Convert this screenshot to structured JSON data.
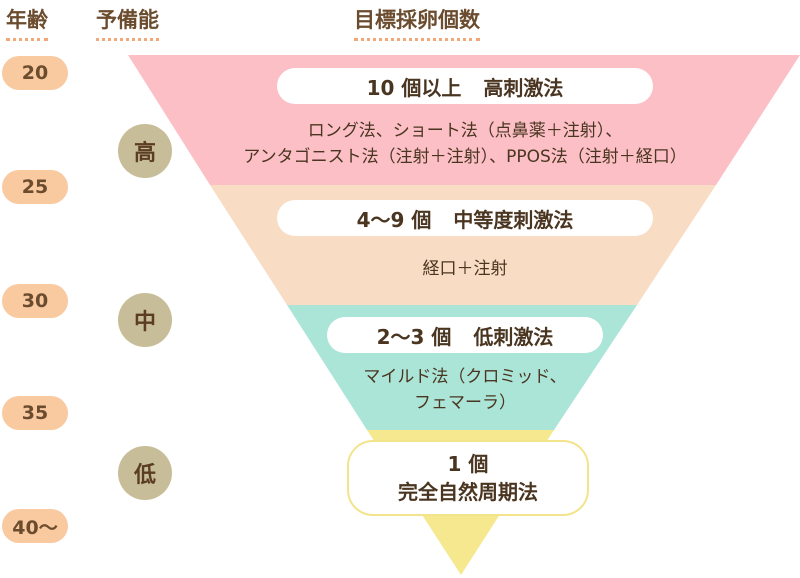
{
  "headers": {
    "age": "年齢",
    "reserve": "予備能",
    "target": "目標採卵個数"
  },
  "ages": [
    "20",
    "25",
    "30",
    "35",
    "40～"
  ],
  "reserve_levels": [
    "高",
    "中",
    "低"
  ],
  "tiers": [
    {
      "count": "10 個以上",
      "method": "高刺激法",
      "color": "#fbbfc5",
      "desc_lines": [
        "ロング法、ショート法（点鼻薬＋注射）、",
        "アンタゴニスト法（注射＋注射）、PPOS法（注射＋経口）"
      ]
    },
    {
      "count": "4～9 個",
      "method": "中等度刺激法",
      "color": "#f8dcc4",
      "desc_lines": [
        "経口＋注射"
      ]
    },
    {
      "count": "2～3 個",
      "method": "低刺激法",
      "color": "#abe5d8",
      "desc_lines": [
        "マイルド法（クロミッド、",
        "フェマーラ）"
      ]
    },
    {
      "count": "1 個",
      "method": "完全自然周期法",
      "color": "#f6e88f",
      "desc_lines": []
    }
  ]
}
